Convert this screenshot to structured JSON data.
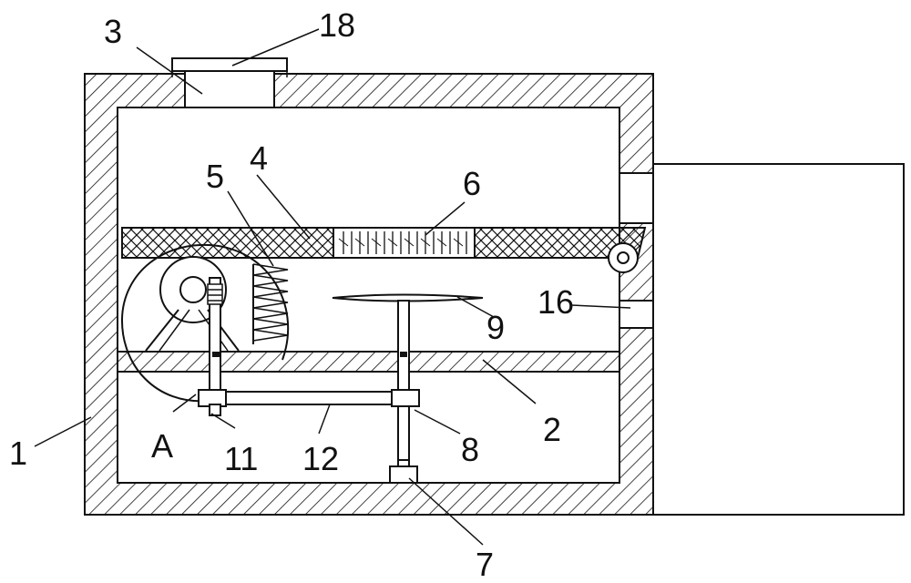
{
  "labels": {
    "l1": "1",
    "l2": "2",
    "l3": "3",
    "l4": "4",
    "l5": "5",
    "l6": "6",
    "l7": "7",
    "l8": "8",
    "l9": "9",
    "l11": "11",
    "l12": "12",
    "l16": "16",
    "l18": "18",
    "lA": "A"
  },
  "colors": {
    "stroke": "#111111",
    "background": "#ffffff"
  }
}
